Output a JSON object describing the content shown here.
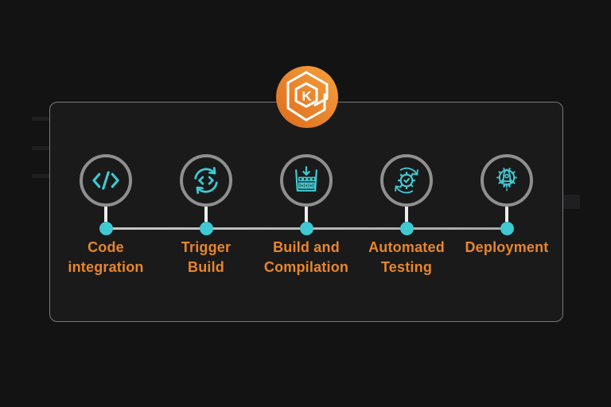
{
  "logo": {
    "letter": "K",
    "name": "kubernetes-eks-logo"
  },
  "steps": [
    {
      "name": "code-integration",
      "icon": "code-icon",
      "lines": [
        "Code",
        "integration"
      ]
    },
    {
      "name": "trigger-build",
      "icon": "sync-build-icon",
      "lines": [
        "Trigger",
        "Build"
      ]
    },
    {
      "name": "build-compilation",
      "icon": "compile-package-icon",
      "lines": [
        "Build and",
        "Compilation"
      ]
    },
    {
      "name": "automated-testing",
      "icon": "gear-check-icon",
      "lines": [
        "Automated",
        "Testing"
      ]
    },
    {
      "name": "deployment",
      "icon": "gear-rocket-icon",
      "lines": [
        "Deployment"
      ]
    }
  ],
  "colors": {
    "background": "#131313",
    "card_background": "#1A1A1A",
    "card_border": "#787878",
    "accent_orange": "#E8862D",
    "accent_cyan": "#40C9D2",
    "ring_gray": "#8F8F8F",
    "connector_gray": "#B3B3B3",
    "logo_gradient_start": "#DC6B1E",
    "logo_gradient_end": "#F6A13C"
  }
}
